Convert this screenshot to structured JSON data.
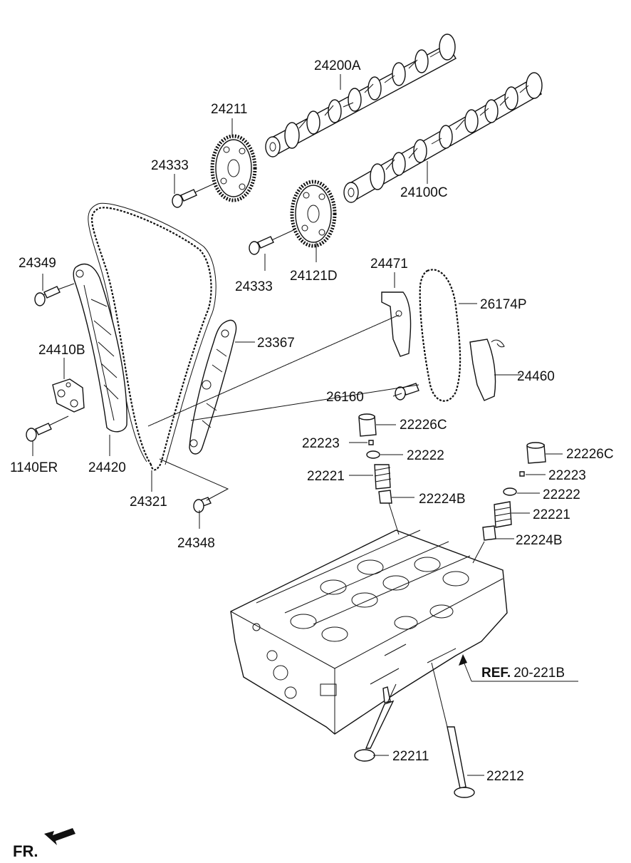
{
  "labels": {
    "camshaft_exhaust": "24200A",
    "camshaft_intake": "24100C",
    "sprocket_exhaust": "24211",
    "sprocket_intake": "24121D",
    "bolt_upper": "24333",
    "bolt_lower": "24333",
    "bolt_guide": "24349",
    "tensioner_hyd": "24410B",
    "bolt_tensioner": "1140ER",
    "tensioner_arm": "24420",
    "timing_chain": "24321",
    "bolt_lower_guide": "24348",
    "chain_guide": "23367",
    "oil_pump_guide": "24471",
    "oil_pump_chain": "26174P",
    "oil_pump_tensioner": "24460",
    "stud": "26160",
    "lifter_left": "22226C",
    "lifter_right": "22226C",
    "retainer_lock_left": "22223",
    "retainer_lock_right": "22223",
    "retainer_left": "22222",
    "retainer_right": "22222",
    "spring_left": "22221",
    "spring_right": "22221",
    "seal_left": "22224B",
    "seal_right": "22224B",
    "valve_intake": "22211",
    "valve_exhaust": "22212",
    "ref_prefix": "REF.",
    "ref_number": "20-221B",
    "front_marker": "FR."
  }
}
